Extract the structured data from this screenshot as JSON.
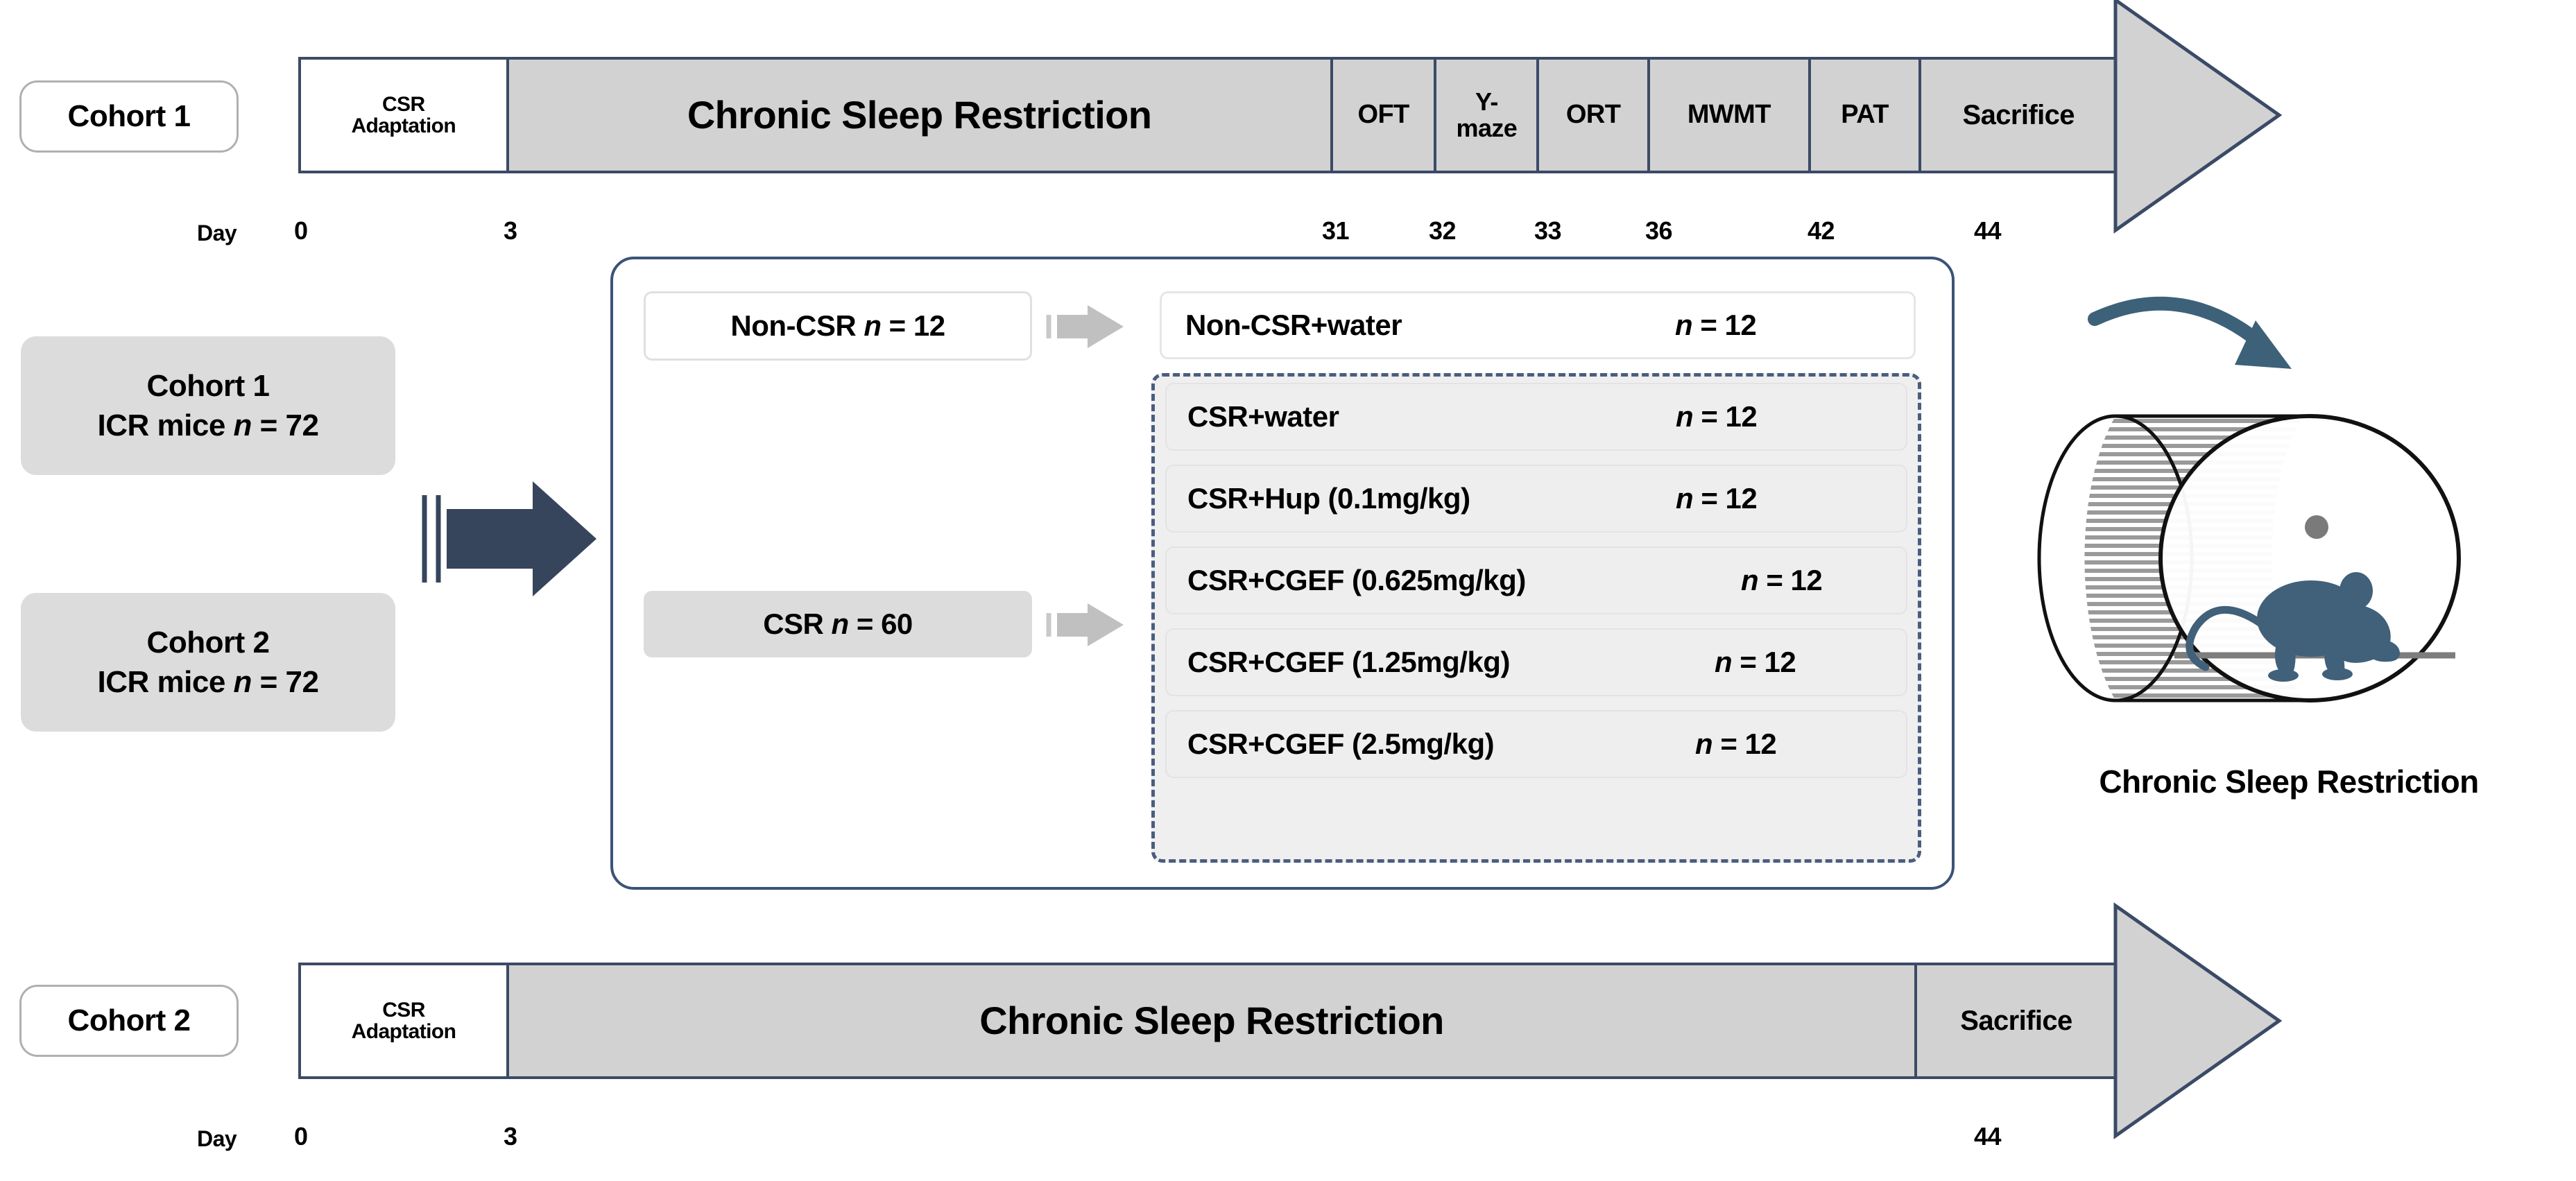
{
  "figure": {
    "type": "experimental-design-diagram",
    "title": "Chronic sleep restriction experimental design"
  },
  "timelines": [
    {
      "id": "cohort1",
      "tag": "Cohort 1",
      "day_word": "Day",
      "segments": [
        {
          "label": "CSR\nAdaptation",
          "style": "white"
        },
        {
          "label": "Chronic Sleep Restriction",
          "style": "gray"
        },
        {
          "label": "OFT",
          "style": "gray"
        },
        {
          "label": "Y-\nmaze",
          "style": "gray"
        },
        {
          "label": "ORT",
          "style": "gray"
        },
        {
          "label": "MWMT",
          "style": "gray"
        },
        {
          "label": "PAT",
          "style": "gray"
        },
        {
          "label": "Sacrifice",
          "style": "gray"
        }
      ],
      "day_marks": [
        "0",
        "3",
        "31",
        "32",
        "33",
        "36",
        "42",
        "44"
      ]
    },
    {
      "id": "cohort2",
      "tag": "Cohort 2",
      "day_word": "Day",
      "segments": [
        {
          "label": "CSR\nAdaptation",
          "style": "white"
        },
        {
          "label": "Chronic Sleep Restriction",
          "style": "gray"
        },
        {
          "label": "Sacrifice",
          "style": "gray"
        }
      ],
      "day_marks": [
        "0",
        "3",
        "44"
      ]
    }
  ],
  "cohorts": [
    {
      "title": "Cohort 1",
      "detail_pre": "ICR mice ",
      "detail_n": "n",
      "detail_post": " = 72"
    },
    {
      "title": "Cohort 2",
      "detail_pre": "ICR mice ",
      "detail_n": "n",
      "detail_post": " = 72"
    }
  ],
  "allocation": {
    "non_csr": {
      "label_pre": "Non-CSR ",
      "label_n": "n",
      "label_post": " = 12"
    },
    "csr": {
      "label_pre": "CSR ",
      "label_n": "n",
      "label_post": " = 60"
    }
  },
  "groups": [
    {
      "label": "Non-CSR+water",
      "n_italic": "n",
      "n_value": " = 12",
      "boxed": false
    },
    {
      "label": "CSR+water",
      "n_italic": "n",
      "n_value": " = 12",
      "boxed": true
    },
    {
      "label": "CSR+Hup (0.1mg/kg)",
      "n_italic": "n",
      "n_value": " = 12",
      "boxed": true
    },
    {
      "label": "CSR+CGEF (0.625mg/kg)",
      "n_italic": "n",
      "n_value": " = 12",
      "boxed": true
    },
    {
      "label": "CSR+CGEF (1.25mg/kg)",
      "n_italic": "n",
      "n_value": " = 12",
      "boxed": true
    },
    {
      "label": "CSR+CGEF (2.5mg/kg)",
      "n_italic": "n",
      "n_value": " = 12",
      "boxed": true
    }
  ],
  "wheel": {
    "caption": "Chronic Sleep Restriction"
  },
  "colors": {
    "timeline_border": "#3b4a66",
    "timeline_fill": "#d2d2d2",
    "flow_border": "#3b5378",
    "dashed_border": "#4a5d80",
    "navy_arrow": "#36455c",
    "mini_arrow": "#c0c0c0",
    "cohort_fill": "#dcdcdc",
    "mouse": "#416079",
    "axle": "#7a7a7a"
  }
}
